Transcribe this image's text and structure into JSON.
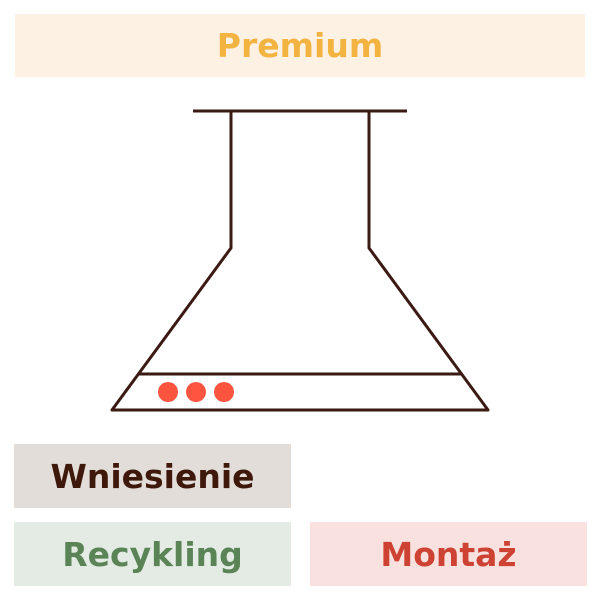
{
  "badges": {
    "premium": "Premium",
    "carry_in": "Wniesienie",
    "recycling": "Recykling",
    "installation": "Montaż"
  },
  "illustration": {
    "icon": "cooker-hood-icon",
    "line_color": "#3a1a12",
    "indicator_color": "#ff5440",
    "indicator_count": 3
  },
  "colors": {
    "premium_text": "#f2b340",
    "premium_bg": "#fcf1e2",
    "carry_in_text": "#3e180a",
    "carry_in_bg": "#e3ddd9",
    "recycling_text": "#5a8456",
    "recycling_bg": "#e4ebe5",
    "installation_text": "#cd4233",
    "installation_bg": "#f8e1df"
  }
}
